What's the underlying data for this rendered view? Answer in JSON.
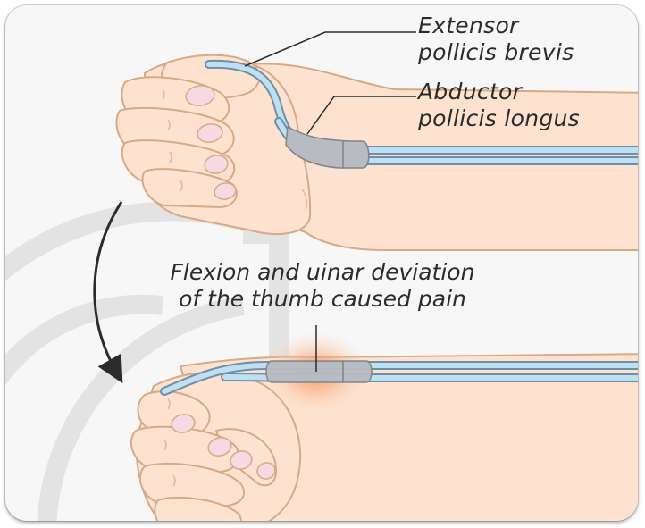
{
  "labels": {
    "extensor": [
      "Extensor",
      "pollicis brevis"
    ],
    "abductor": [
      "Abductor",
      "pollicis longus"
    ]
  },
  "caption": [
    "Flexion and uinar deviation",
    "of the thumb caused pain"
  ],
  "colors": {
    "skin": "#fde3cf",
    "skin_outline": "#d7a987",
    "tendon": "#bfe0f2",
    "tendon_outline": "#6f8fa6",
    "sheath": "#b8bcc2",
    "nail": "#f7d9e4",
    "pain": "#f39a6e",
    "watermark": "#e4e4e4",
    "text": "#2b2b2b"
  },
  "icons": [
    "curved-arrow-icon"
  ]
}
